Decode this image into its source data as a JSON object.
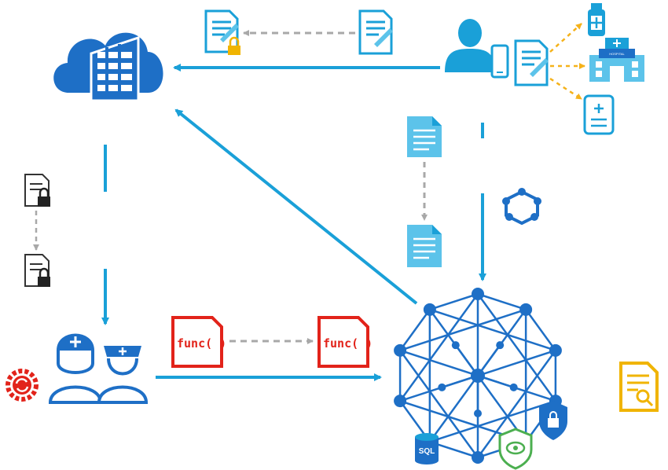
{
  "labels": {
    "func_left": "func( )",
    "func_right": "func( )",
    "sql": "SQL",
    "hospital_sign": "HOSPITAL"
  },
  "colors": {
    "primary_blue": "#1aa0d8",
    "dark_blue": "#1e6fc6",
    "light_blue": "#5cc3ea",
    "dashed_gray": "#a8a8a8",
    "dashed_orange": "#f5b21a",
    "red": "#e2231a",
    "yellow": "#f0b400",
    "green": "#4caf50",
    "black": "#222222"
  },
  "icons": [
    "cloud-server-icon",
    "document-lock-icon",
    "document-edit-icon",
    "user-icon",
    "smartphone-icon",
    "medicine-bottle-icon",
    "hospital-icon",
    "medical-report-icon",
    "document-icon",
    "locked-file-icon",
    "doctor-icon",
    "nurse-icon",
    "function-icon",
    "sync-gear-icon",
    "blockchain-network-icon",
    "sql-database-icon",
    "shield-lock-icon",
    "eye-shield-icon",
    "search-document-icon",
    "node-ring-icon"
  ]
}
